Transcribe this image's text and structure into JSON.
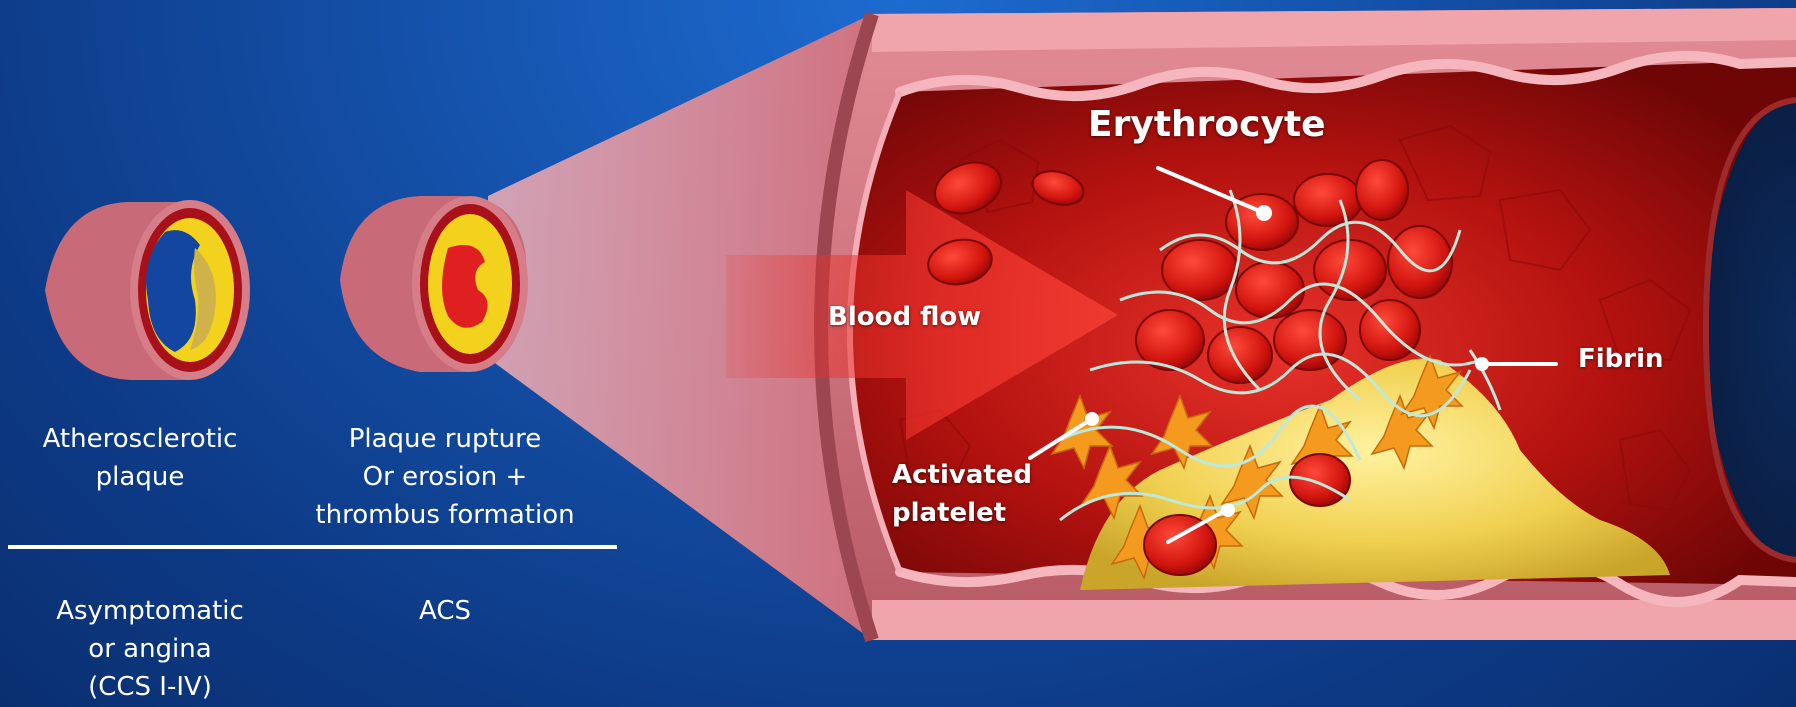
{
  "captions": {
    "atherosclerotic_line1": "Atherosclerotic",
    "atherosclerotic_line2": "plaque",
    "rupture_line1": "Plaque rupture",
    "rupture_line2": "Or erosion +",
    "rupture_line3": "thrombus formation",
    "asymptomatic_line1": "Asymptomatic",
    "asymptomatic_line2": "or angina",
    "asymptomatic_line3": "(CCS I-IV)",
    "acs": "ACS"
  },
  "labels": {
    "erythrocyte": "Erythrocyte",
    "blood_flow": "Blood flow",
    "fibrin": "Fibrin",
    "activated_line1": "Activated",
    "activated_line2": "platelet"
  },
  "colors": {
    "background": "#1450a8",
    "vessel_wall": "#c86a78",
    "lumen": "#b01010",
    "plaque": "#f2d21c",
    "thrombus": "#e02020",
    "text": "#ffffff"
  }
}
